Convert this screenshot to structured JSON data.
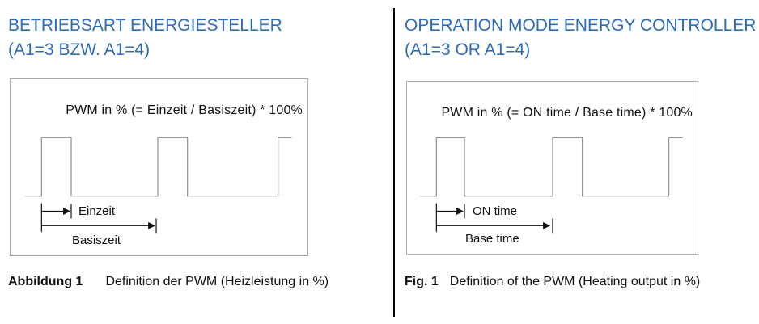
{
  "colors": {
    "title_blue": "#2e6cb8",
    "box_border": "#aaaaaa",
    "wave_gray": "#8f8f8f",
    "ink": "#111111"
  },
  "german": {
    "title_line1": "BETRIEBSART ENERGIESTELLER",
    "title_line2": "(A1=3 BZW. A1=4)",
    "formula": "PWM in % (= Einzeit / Basiszeit) * 100%",
    "on_time_label": "Einzeit",
    "base_time_label": "Basiszeit",
    "caption_label": "Abbildung 1",
    "caption_text": "Definition der PWM (Heizleistung in %)"
  },
  "english": {
    "title_line1": "OPERATION MODE ENERGY CONTROLLER",
    "title_line2": "(A1=3 OR A1=4)",
    "formula": "PWM in % (= ON time / Base time) * 100%",
    "on_time_label": "ON time",
    "base_time_label": "Base time",
    "caption_label": "Fig. 1",
    "caption_text": "Definition of the PWM (Heating output in %)"
  }
}
